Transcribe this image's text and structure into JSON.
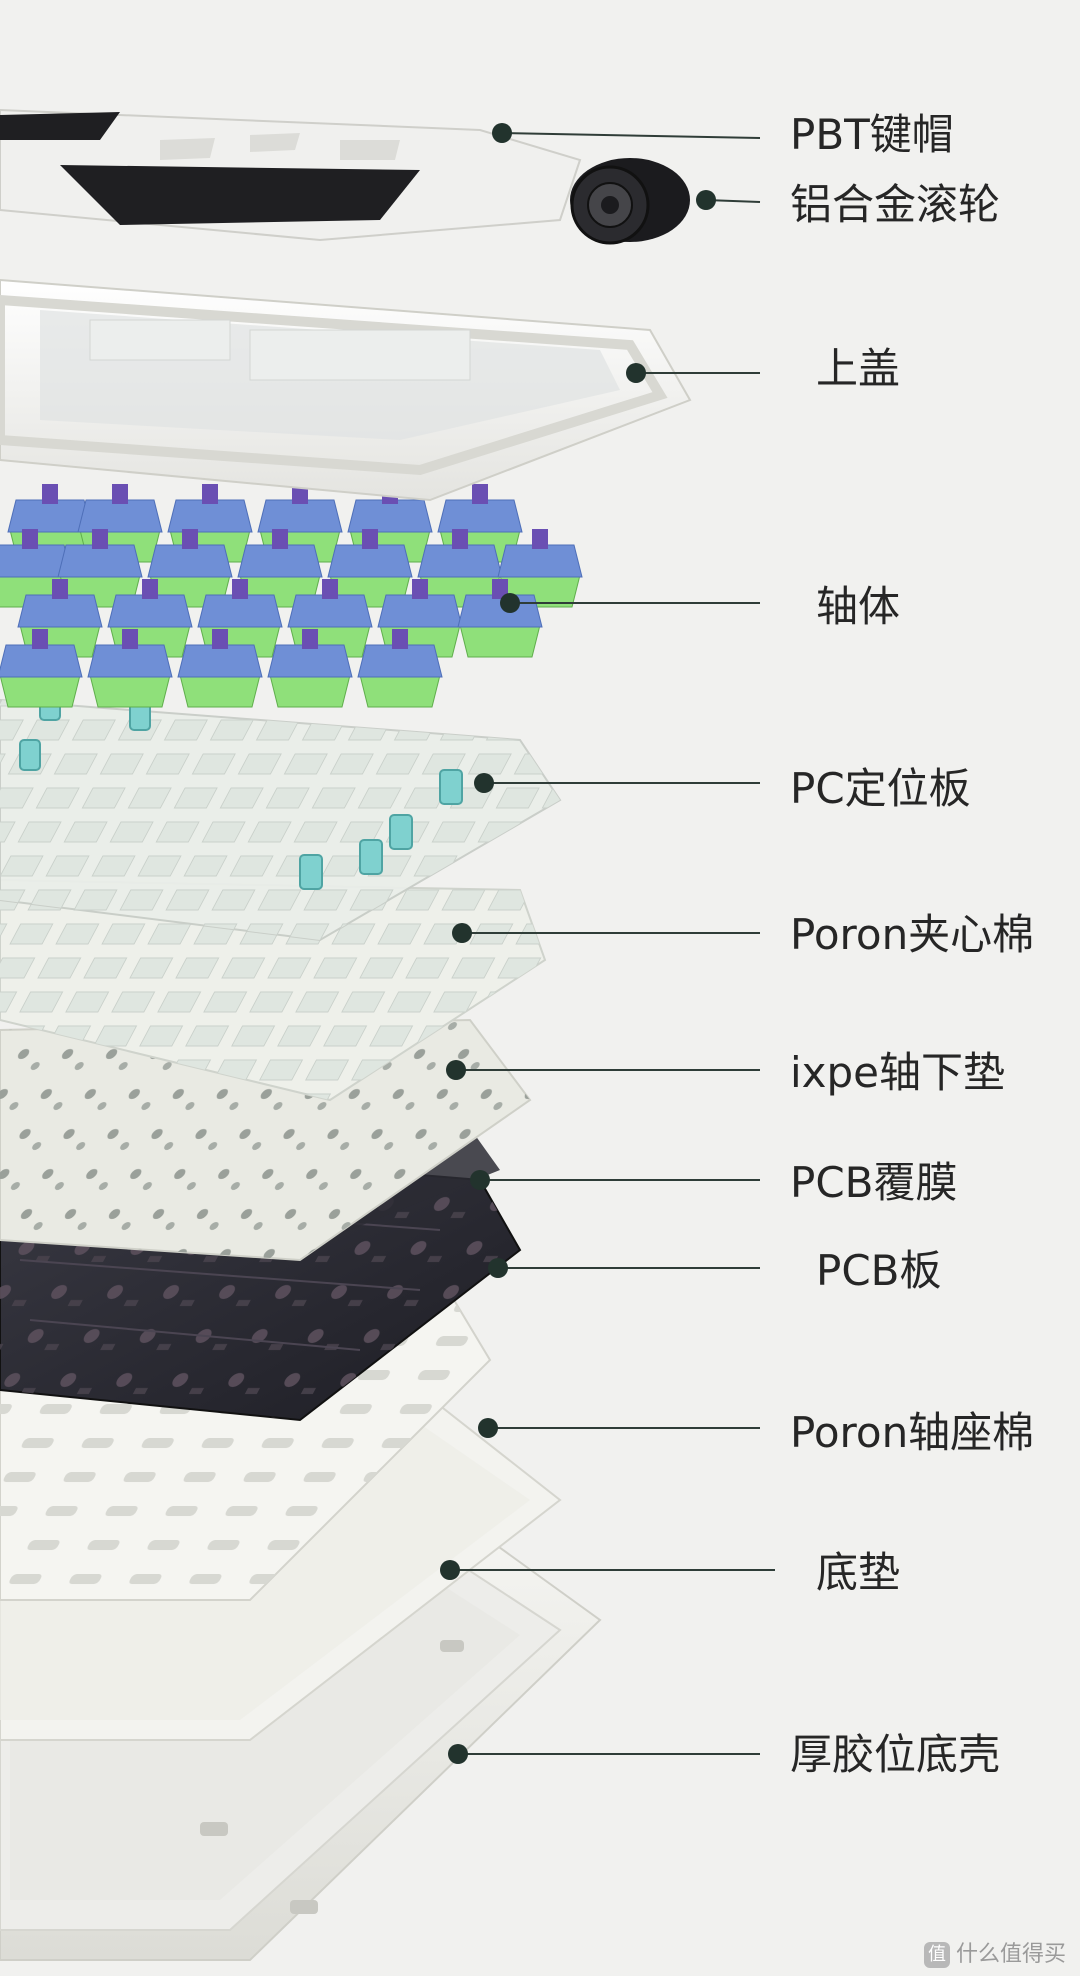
{
  "colors": {
    "background": "#f1f1ef",
    "leader_line": "#2f3d38",
    "dot": "#22332d",
    "label_text": "#262626",
    "switch_housing_blue": "#6f8fd6",
    "switch_stem_purple": "#6a4fb3",
    "switch_base_green": "#8fe07a",
    "pcb_dark": "#2a2a33",
    "plate_white": "#f6f6f4"
  },
  "labels": [
    {
      "id": "keycaps",
      "text": "PBT键帽"
    },
    {
      "id": "roller",
      "text": "铝合金滚轮"
    },
    {
      "id": "top-case",
      "text": "上盖"
    },
    {
      "id": "switches",
      "text": "轴体"
    },
    {
      "id": "pc-plate",
      "text": "PC定位板"
    },
    {
      "id": "poron-sandwich",
      "text": "Poron夹心棉"
    },
    {
      "id": "ixpe-pad",
      "text": "ixpe轴下垫"
    },
    {
      "id": "pcb-film",
      "text": "PCB覆膜"
    },
    {
      "id": "pcb-board",
      "text": "PCB板"
    },
    {
      "id": "poron-socket",
      "text": "Poron轴座棉"
    },
    {
      "id": "bottom-pad",
      "text": "底垫"
    },
    {
      "id": "bottom-case",
      "text": "厚胶位底壳"
    }
  ],
  "watermark": {
    "badge": "值",
    "text": "什么值得买"
  }
}
